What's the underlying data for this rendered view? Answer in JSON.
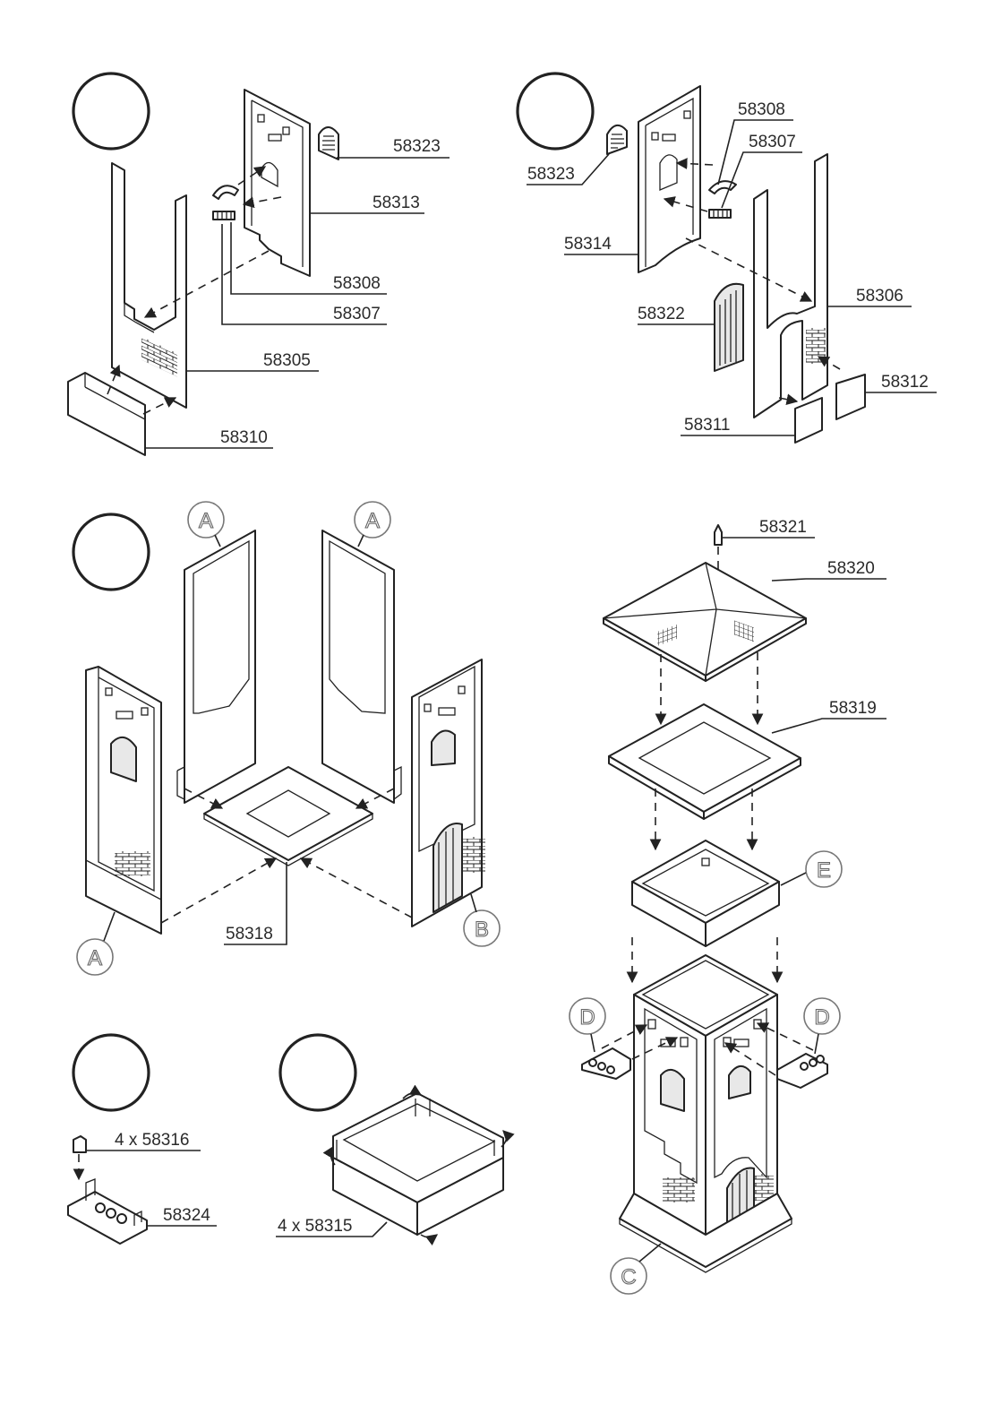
{
  "steps": [
    {
      "id": "step-1",
      "number": ""
    },
    {
      "id": "step-2",
      "number": ""
    },
    {
      "id": "step-3",
      "number": ""
    },
    {
      "id": "step-4",
      "number": ""
    },
    {
      "id": "step-5",
      "number": ""
    }
  ],
  "parts": {
    "p58323a": "58323",
    "p58313": "58313",
    "p58308a": "58308",
    "p58307a": "58307",
    "p58305": "58305",
    "p58310": "58310",
    "p58308b": "58308",
    "p58307b": "58307",
    "p58323b": "58323",
    "p58314": "58314",
    "p58306": "58306",
    "p58322": "58322",
    "p58312": "58312",
    "p58311": "58311",
    "p58318": "58318",
    "p58321": "58321",
    "p58320": "58320",
    "p58319": "58319",
    "p58316": "4 x 58316",
    "p58324": "58324",
    "p58315": "4 x 58315"
  },
  "refs": {
    "a1": "A",
    "a2": "A",
    "a3": "A",
    "b1": "B",
    "e1": "E",
    "d1": "D",
    "d2": "D",
    "c1": "C"
  },
  "colors": {
    "line": "#222222",
    "ref_circle": "#777777",
    "background": "#ffffff"
  }
}
